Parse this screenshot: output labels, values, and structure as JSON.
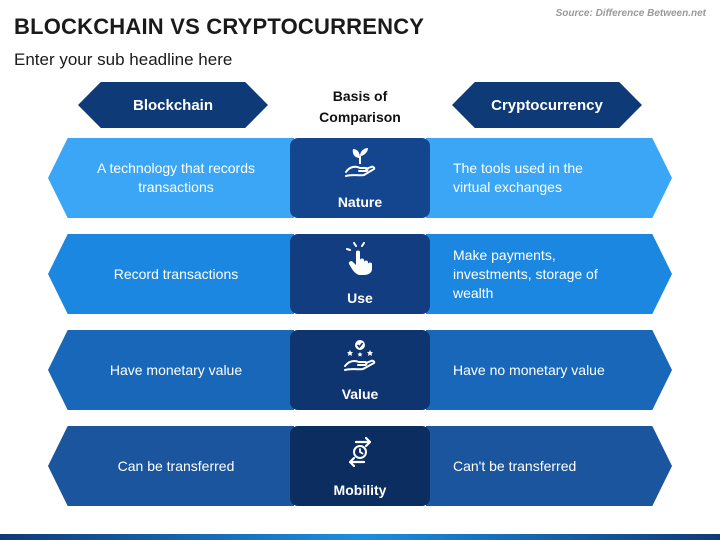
{
  "title": "BLOCKCHAIN VS CRYPTOCURRENCY",
  "source": "Source: Difference Between.net",
  "subtitle": "Enter your sub headline here",
  "headers": {
    "left": "Blockchain",
    "center_line1": "Basis of",
    "center_line2": "Comparison",
    "right": "Cryptocurrency"
  },
  "rows": [
    {
      "basis": "Nature",
      "icon": "plant-hand-icon",
      "left": "A technology that records transactions",
      "right": "The tools used in the virtual exchanges"
    },
    {
      "basis": "Use",
      "icon": "tap-finger-icon",
      "left": "Record transactions",
      "right": "Make payments, investments, storage of wealth"
    },
    {
      "basis": "Value",
      "icon": "hand-value-icon",
      "left": "Have monetary value",
      "right": "Have no monetary value"
    },
    {
      "basis": "Mobility",
      "icon": "transfer-arrows-icon",
      "left": "Can be transferred",
      "right": "Can't be transferred"
    }
  ],
  "colors": {
    "header": "#0f3a78",
    "row_colors": [
      "#3aa6f5",
      "#1b87e0",
      "#1867b8",
      "#1a559e"
    ],
    "box_colors": [
      "#14458f",
      "#123d80",
      "#0f3570",
      "#0c2d60"
    ]
  }
}
